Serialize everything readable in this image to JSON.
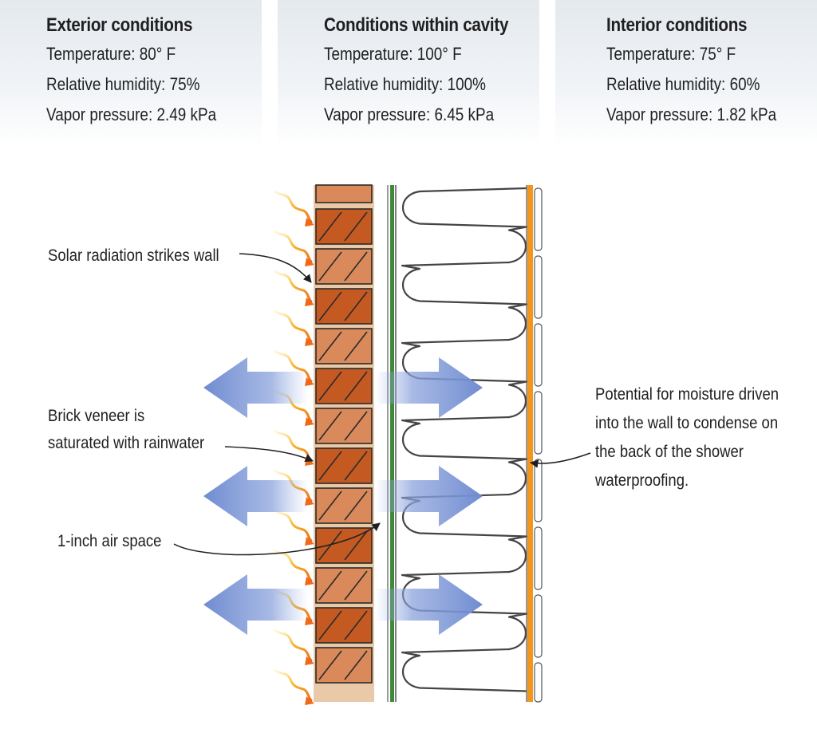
{
  "panels": [
    {
      "title": "Exterior conditions",
      "temperature": "Temperature: 80° F",
      "humidity": "Relative humidity: 75%",
      "vapor": "Vapor pressure: 2.49 kPa"
    },
    {
      "title": "Conditions within cavity",
      "temperature": "Temperature: 100° F",
      "humidity": "Relative humidity: 100%",
      "vapor": "Vapor pressure: 6.45 kPa"
    },
    {
      "title": "Interior conditions",
      "temperature": "Temperature: 75° F",
      "humidity": "Relative humidity: 60%",
      "vapor": "Vapor pressure: 1.82 kPa"
    }
  ],
  "callouts": {
    "solar": "Solar radiation strikes wall",
    "brick_line1": "Brick veneer is",
    "brick_line2": "saturated with rainwater",
    "air": "1-inch air space",
    "moisture_line1": "Potential for moisture driven",
    "moisture_line2": "into the wall to condense on",
    "moisture_line3": "the back of the shower",
    "moisture_line4": "waterproofing."
  },
  "colors": {
    "brick_dark": "#c45a22",
    "brick_light": "#d9895a",
    "mortar": "#e9c9a8",
    "sheathing_green": "#3f8a3a",
    "waterproofing_orange": "#f2961e",
    "arrow_blue": "#7f98d6",
    "panel_bg": "#e6ebf0"
  }
}
